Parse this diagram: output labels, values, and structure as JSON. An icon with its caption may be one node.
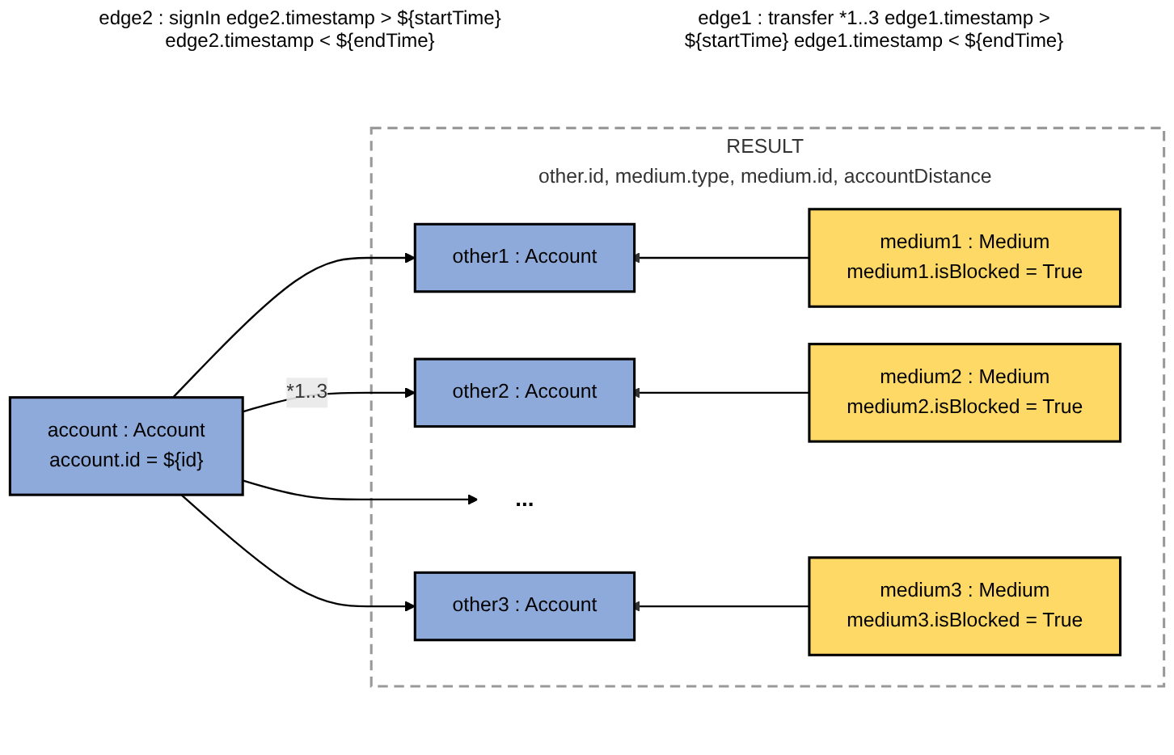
{
  "diagram": {
    "nodes": [
      {
        "text": [
          "account : Account",
          "account.id = ${id}"
        ]
      },
      {
        "text": [
          "RESULT",
          "other.id, medium.type, medium.id, accountDistance"
        ]
      },
      {
        "text": [
          "other1 : Account"
        ],
        "in": 1
      },
      {
        "text": [
          "medium1 : Medium",
          "medium1.isBlocked = True"
        ],
        "in": 1
      },
      {
        "text": [
          "other2 : Account"
        ],
        "in": 1
      },
      {
        "text": [
          "medium2 : Medium",
          "medium2.isBlocked = True"
        ],
        "in": 1
      },
      {
        "text": [
          "..."
        ],
        "in": 1
      },
      {
        "text": [
          "other3 : Account"
        ],
        "in": 1
      },
      {
        "text": [
          "medium3 : Medium",
          "medium3.isBlocked = True"
        ],
        "in": 1
      }
    ],
    "edges": [
      {
        "from": 0,
        "to": 2,
        "arrow": "to"
      },
      {
        "from": 0,
        "to": 4,
        "arrow": "to",
        "label": "*1..3"
      },
      {
        "from": 0,
        "to": 6,
        "arrow": "to"
      },
      {
        "from": 0,
        "to": 7,
        "arrow": "to"
      },
      {
        "from": 3,
        "to": 2,
        "arrow": "to"
      },
      {
        "from": 5,
        "to": 4,
        "arrow": "to"
      },
      {
        "from": 8,
        "to": 7,
        "arrow": "to"
      }
    ],
    "labels": [
      "edge2 : signIn edge2.timestamp > ${startTime} edge2.timestamp < ${endTime}",
      "edge1 : transfer *1..3 edge1.timestamp > ${startTime} edge1.timestamp < ${endTime}"
    ]
  }
}
